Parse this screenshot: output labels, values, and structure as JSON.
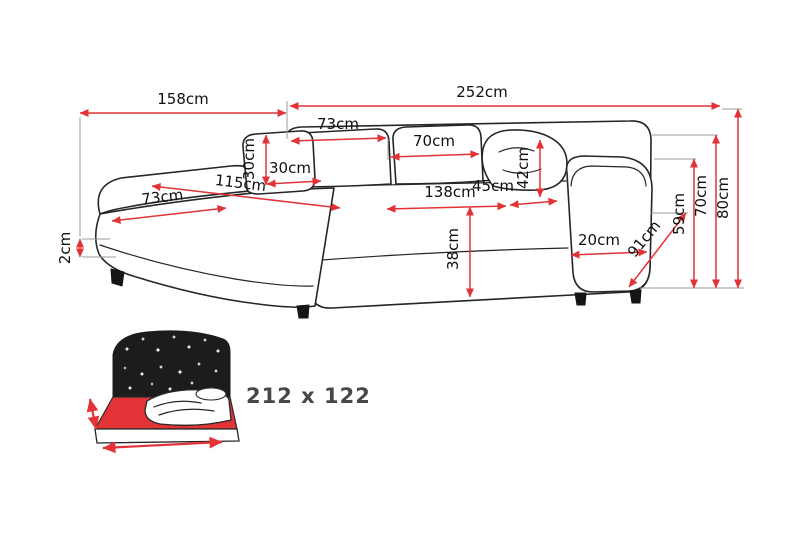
{
  "colors": {
    "dimension_line": "#e23437",
    "sofa_outline": "#262626",
    "extension_line": "#9b9b9b",
    "label_text": "#101010",
    "mattress_fill": "#e23437",
    "headboard_fill": "#1c1c1c"
  },
  "icons": {
    "sleeping_function": "bed-with-starry-headboard-icon"
  },
  "dimensions": {
    "chaise_side_width": "158cm",
    "overall_length": "252cm",
    "back_section_width": "73cm",
    "back_cushion_width": "70cm",
    "pillow_height": "30cm",
    "pillow_width": "30cm",
    "chaise_length": "115cm",
    "chaise_width": "73cm",
    "seat_width": "138cm",
    "seat_front_depth": "45cm",
    "back_cushion_height": "42cm",
    "seat_height": "38cm",
    "armrest_width": "20cm",
    "sofa_depth": "91cm",
    "armrest_height": "59cm",
    "backrest_height": "70cm",
    "total_height": "80cm",
    "leg_height": "2cm"
  },
  "sleeping_area": {
    "size_label": "212 x 122"
  }
}
